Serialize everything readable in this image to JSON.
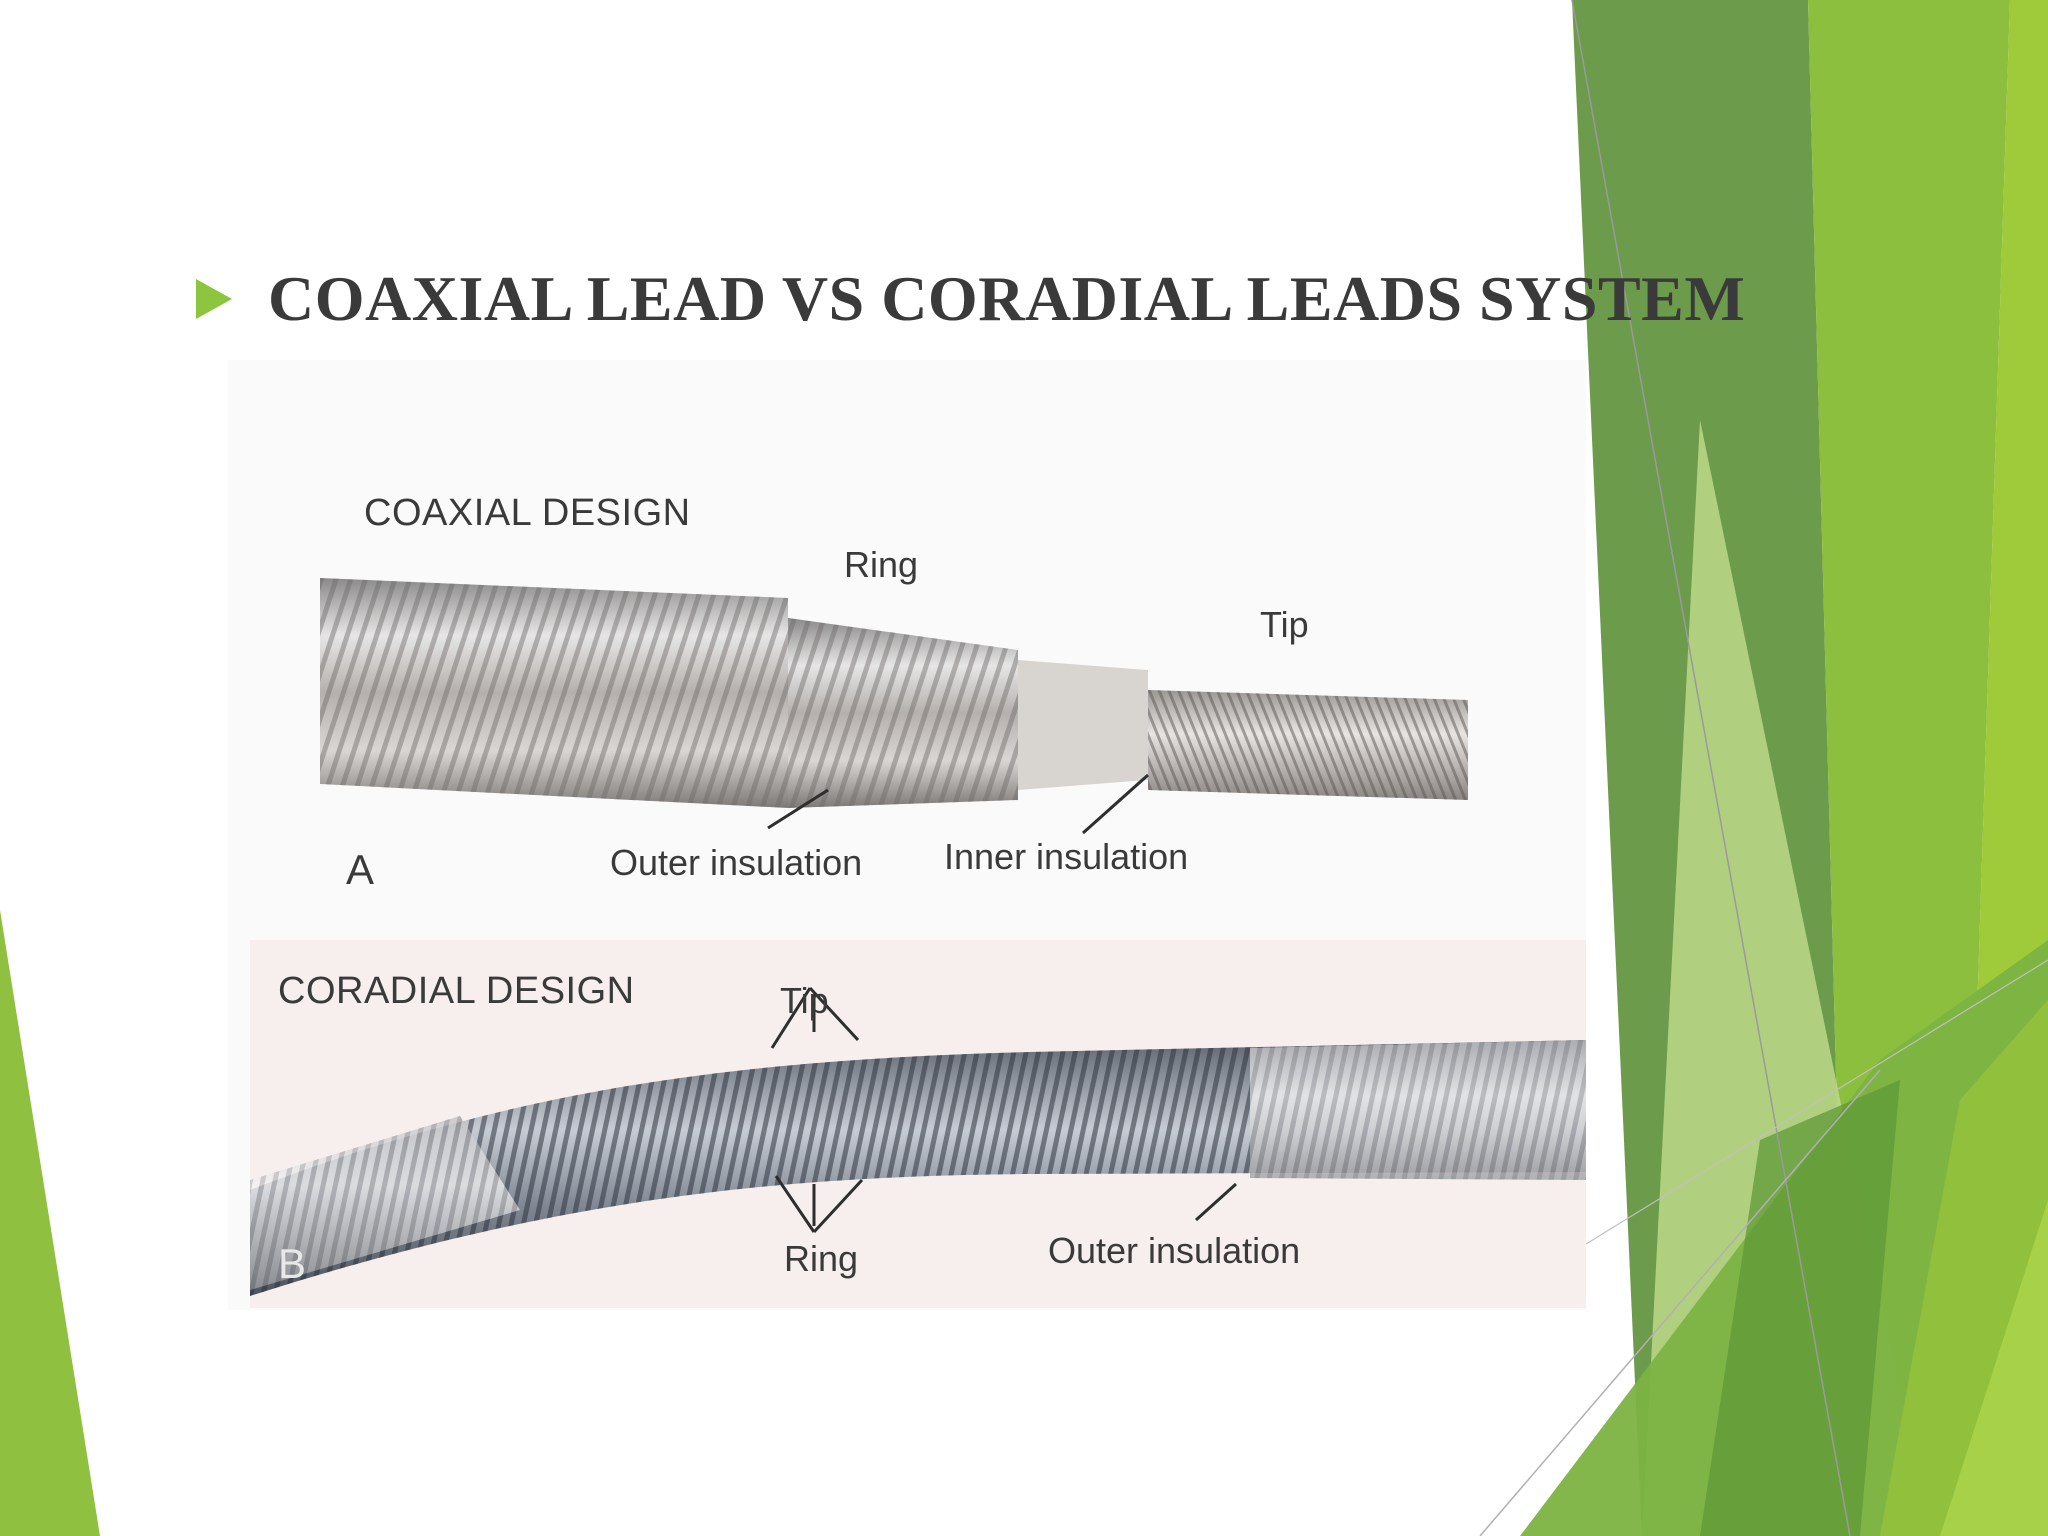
{
  "slide": {
    "title": "COAXIAL LEAD VS CORADIAL LEADS SYSTEM",
    "bullet_icon": "triangle-bullet-icon",
    "colors": {
      "title": "#3a3a3a",
      "bullet": "#8cc63f",
      "green_light": "#9ccb3b",
      "green_mid": "#7ab648",
      "green_dark": "#5a8a3a"
    }
  },
  "figure": {
    "panel_a": {
      "heading": "COAXIAL DESIGN",
      "letter": "A",
      "labels": {
        "ring": "Ring",
        "tip": "Tip",
        "outer_insulation": "Outer insulation",
        "inner_insulation": "Inner insulation"
      }
    },
    "panel_b": {
      "heading": "CORADIAL DESIGN",
      "letter": "B",
      "labels": {
        "tip": "Tip",
        "ring": "Ring",
        "outer_insulation": "Outer insulation"
      }
    }
  }
}
